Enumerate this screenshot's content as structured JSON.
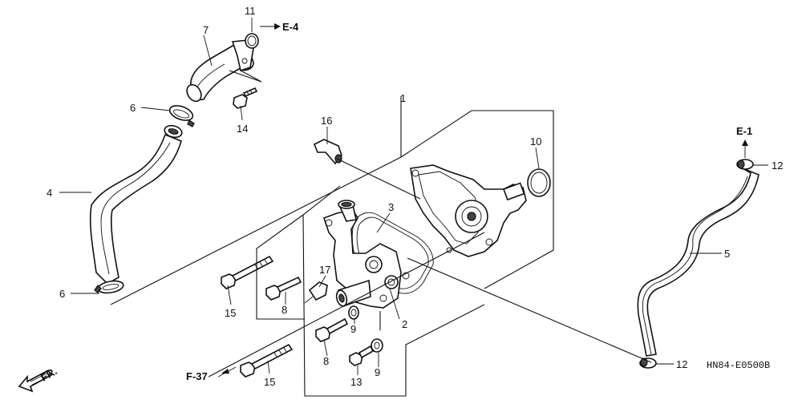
{
  "callouts": {
    "c1": "1",
    "c2": "2",
    "c3": "3",
    "c4": "4",
    "c5": "5",
    "c6a": "6",
    "c6b": "6",
    "c7": "7",
    "c8a": "8",
    "c8b": "8",
    "c9a": "9",
    "c9b": "9",
    "c10": "10",
    "c11": "11",
    "c12a": "12",
    "c12b": "12",
    "c13": "13",
    "c14": "14",
    "c15a": "15",
    "c15b": "15",
    "c16": "16",
    "c17": "17"
  },
  "references": {
    "e4": "E-4",
    "e1": "E-1",
    "f37": "F-37",
    "front": "FR."
  },
  "diagram_code": "HN84-E0500B"
}
